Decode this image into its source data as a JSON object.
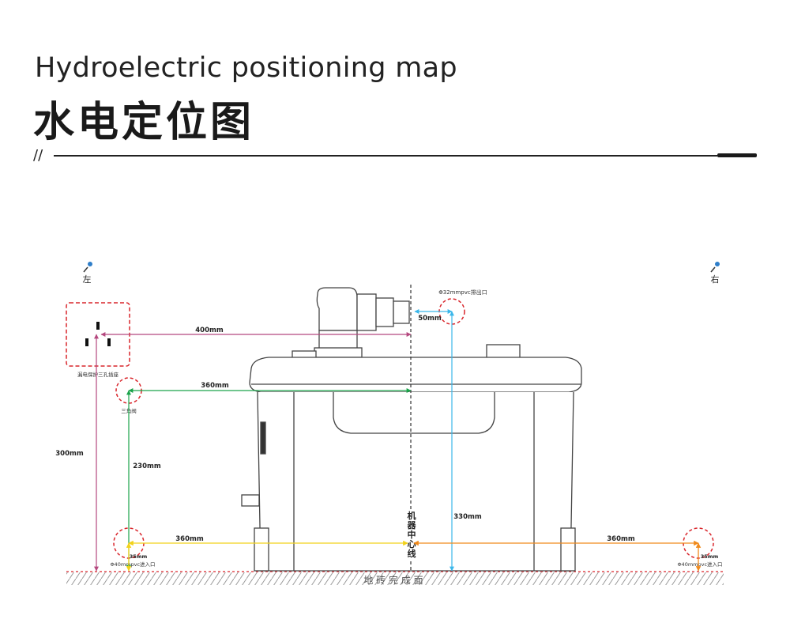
{
  "header": {
    "title_en": "Hydroelectric positioning map",
    "title_zh": "水电定位图",
    "slashes": "//"
  },
  "diagram": {
    "left_label": "左",
    "right_label": "右",
    "outlet_label": "Φ32mmpvc排出口",
    "socket_label": "漏电保护三孔插座",
    "valve_label": "三角阀",
    "inlet_left_label": "Φ40mmpvc进入口",
    "inlet_right_label": "Φ40mmpvc进入口",
    "center_line_label": "机器中心线",
    "floor_label": "地 砖 完 成 面",
    "dims": {
      "d400": "400mm",
      "d50": "50mm",
      "d360_top": "360mm",
      "d300": "300mm",
      "d230": "230mm",
      "d330": "330mm",
      "d360_left": "360mm",
      "d360_right": "360mm",
      "d35_left": "35mm",
      "d35_right": "35mm"
    }
  },
  "colors": {
    "magenta": "#b5487f",
    "green": "#1aa34a",
    "yellow": "#f2d21a",
    "orange": "#f08a1c",
    "blue": "#3bb7ea",
    "red_dash": "#d9262c",
    "line": "#333333"
  }
}
